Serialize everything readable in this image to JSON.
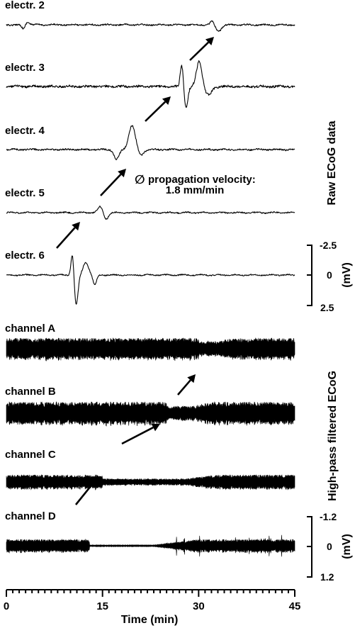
{
  "chart_data": [
    {
      "type": "line",
      "title": "",
      "group_label": "Raw ECoG data",
      "annotation": {
        "symbol": "∅",
        "line1": "propagation velocity:",
        "line2": "1.8 mm/min"
      },
      "x": {
        "label": "Time (min)",
        "range": [
          0,
          45
        ]
      },
      "y": {
        "label": "(mV)",
        "ticks": [
          "-2.5",
          "0",
          "2.5"
        ],
        "inverted": true
      },
      "series": [
        {
          "name": "electr. 2",
          "event_time_min": [
            3,
            32.5
          ]
        },
        {
          "name": "electr. 3",
          "event_time_min": [
            27.5,
            30
          ]
        },
        {
          "name": "electr. 4",
          "event_time_min": [
            18.5
          ]
        },
        {
          "name": "electr. 5",
          "event_time_min": [
            15.5
          ]
        },
        {
          "name": "electr. 6",
          "event_time_min": [
            10.5,
            12.5
          ]
        }
      ]
    },
    {
      "type": "line",
      "title": "",
      "group_label": "High-pass filtered ECoG",
      "x": {
        "label": "Time (min)",
        "range": [
          0,
          45
        ],
        "ticks": [
          "0",
          "15",
          "30",
          "45"
        ]
      },
      "y": {
        "label": "(mV)",
        "ticks": [
          "-1.2",
          "0",
          "1.2"
        ],
        "inverted": true
      },
      "series": [
        {
          "name": "channel A",
          "depression_min": [
            30,
            33
          ]
        },
        {
          "name": "channel B",
          "depression_min": [
            25,
            29
          ]
        },
        {
          "name": "channel C",
          "depression_min": [
            15,
            29
          ]
        },
        {
          "name": "channel D",
          "depression_min": [
            12,
            24
          ]
        }
      ]
    }
  ]
}
